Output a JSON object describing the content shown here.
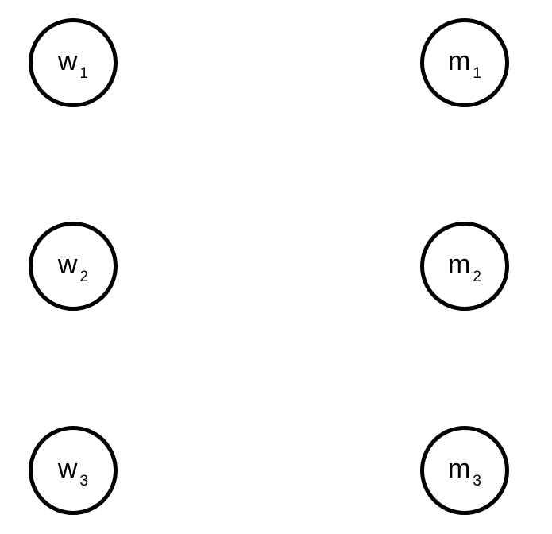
{
  "nodes": {
    "w1": {
      "base": "w",
      "sub": "1"
    },
    "w2": {
      "base": "w",
      "sub": "2"
    },
    "w3": {
      "base": "w",
      "sub": "3"
    },
    "m1": {
      "base": "m",
      "sub": "1"
    },
    "m2": {
      "base": "m",
      "sub": "2"
    },
    "m3": {
      "base": "m",
      "sub": "3"
    }
  },
  "style": {
    "stroke_color": "#000000",
    "fill_color": "#ffffff"
  }
}
